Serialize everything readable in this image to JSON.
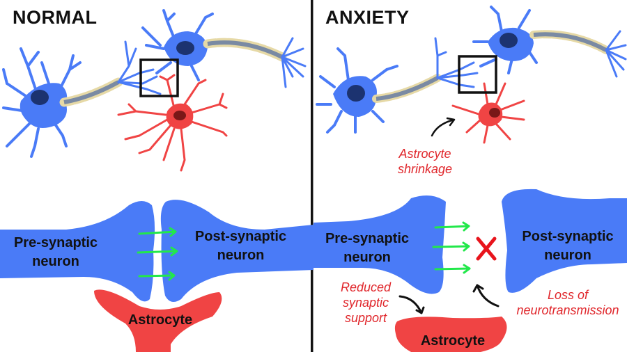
{
  "colors": {
    "neuron": "#4a7bf7",
    "nucleus": "#1c3370",
    "myelin": "#e6d9a6",
    "axon": "#7a8aa3",
    "astrocyte": "#f04444",
    "astrocyte_nucleus": "#7a1818",
    "signal_arrow": "#22e84a",
    "block_x": "#e8141c",
    "annotation_text": "#e0262b",
    "divider": "#111111"
  },
  "panels": [
    {
      "title": "NORMAL",
      "labels": {
        "pre_line1": "Pre-synaptic",
        "pre_line2": "neuron",
        "post_line1": "Post-synaptic",
        "post_line2": "neuron",
        "astrocyte": "Astrocyte"
      }
    },
    {
      "title": "ANXIETY",
      "labels": {
        "pre_line1": "Pre-synaptic",
        "pre_line2": "neuron",
        "post_line1": "Post-synaptic",
        "post_line2": "neuron",
        "astrocyte": "Astrocyte"
      },
      "annotations": {
        "shrinkage_line1": "Astrocyte",
        "shrinkage_line2": "shrinkage",
        "support_line1": "Reduced",
        "support_line2": "synaptic",
        "support_line3": "support",
        "loss_line1": "Loss of",
        "loss_line2": "neurotransmission"
      }
    }
  ]
}
